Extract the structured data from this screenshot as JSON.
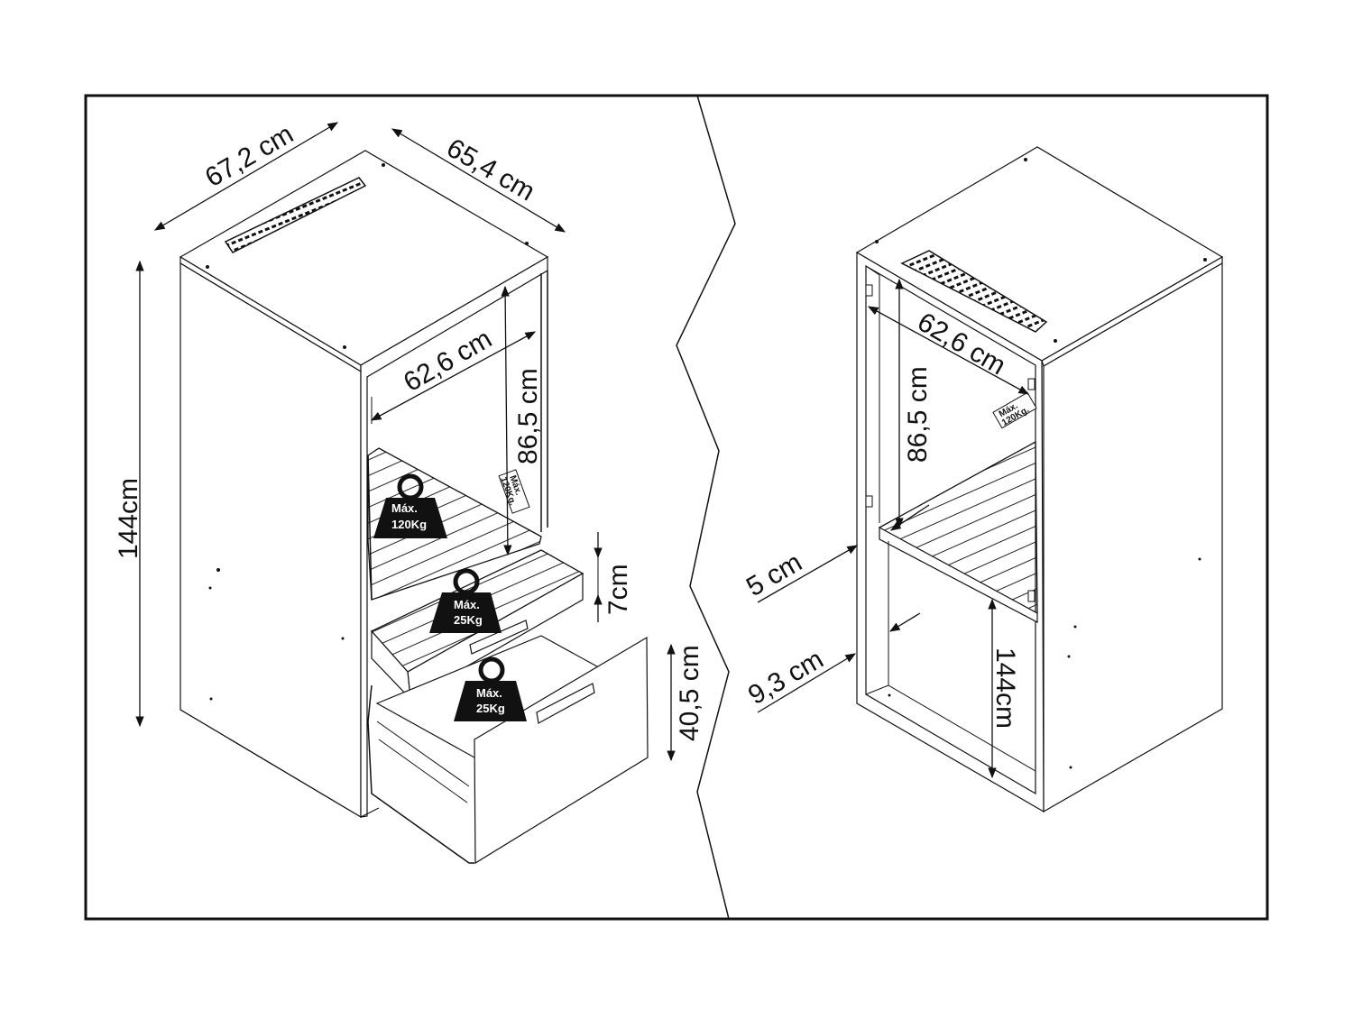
{
  "colors": {
    "line": "#111111",
    "background": "#ffffff",
    "weight": "#111111"
  },
  "left_view": {
    "width_label": "67,2 cm",
    "depth_label": "65,4 cm",
    "height_label": "144cm",
    "inner_width_label": "62,6 cm",
    "inner_height_label": "86,5 cm",
    "drawer_height_label": "7cm",
    "lower_height_label": "40,5 cm",
    "shelf_weight": {
      "line1": "Máx.",
      "line2": "120Kg"
    },
    "tray_weight": {
      "line1": "Máx.",
      "line2": "25Kg"
    },
    "drawer_weight": {
      "line1": "Máx.",
      "line2": "25Kg"
    },
    "plate": {
      "line1": "Máx.",
      "line2": "120Kg."
    }
  },
  "right_view": {
    "inner_width_label": "62,6 cm",
    "inner_height_label": "86,5 cm",
    "shelf_thickness_label": "5 cm",
    "gap_label": "9,3 cm",
    "lower_height_label": "144cm",
    "plate": {
      "line1": "Máx.",
      "line2": "120Kg."
    }
  }
}
